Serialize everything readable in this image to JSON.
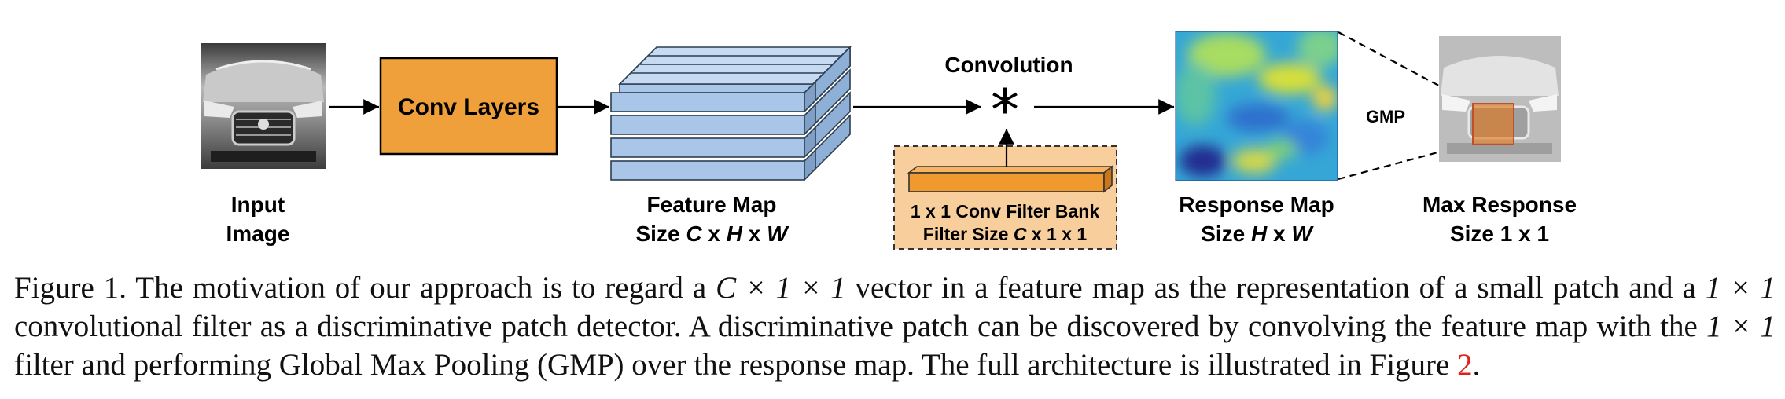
{
  "diagram": {
    "input_label_1": "Input",
    "input_label_2": "Image",
    "conv_layers": "Conv Layers",
    "feature_label_1": "Feature Map",
    "feature_label_2a": "Size ",
    "feature_label_2b": "C",
    "feature_label_2c": " x ",
    "feature_label_2d": "H",
    "feature_label_2e": " x ",
    "feature_label_2f": "W",
    "convolution": "Convolution",
    "operator": "*",
    "filter_bank_1": "1 x 1 Conv Filter Bank",
    "filter_bank_2a": "Filter Size ",
    "filter_bank_2b": "C",
    "filter_bank_2c": " x 1 x 1",
    "response_label_1": "Response Map",
    "response_label_2a": "Size ",
    "response_label_2b": "H",
    "response_label_2c": " x ",
    "response_label_2d": "W",
    "gmp": "GMP",
    "max_label_1": "Max Response",
    "max_label_2": "Size 1 x 1",
    "colors": {
      "conv_box": "#f0a03a",
      "feature_block": "#a9c6e8",
      "filter_bg": "#f8cf9c",
      "filter_bar": "#f0992e",
      "patch": "#e07a20"
    },
    "icons": [
      "car-photo",
      "heatmap",
      "car-photo-faded"
    ]
  },
  "caption": {
    "prefix": "Figure 1. The motivation of our approach is to regard a ",
    "math1": "C × 1 × 1",
    "mid1": " vector in a feature map as the representation of a small patch and a ",
    "math2": "1 × 1",
    "mid2": " convolutional filter as a discriminative patch detector. A discriminative patch can be discovered by convolving the feature map with the ",
    "math3": "1 × 1",
    "mid3": " filter and performing Global Max Pooling (GMP) over the response map. The full architecture is illustrated in Figure ",
    "ref": "2",
    "suffix": "."
  }
}
